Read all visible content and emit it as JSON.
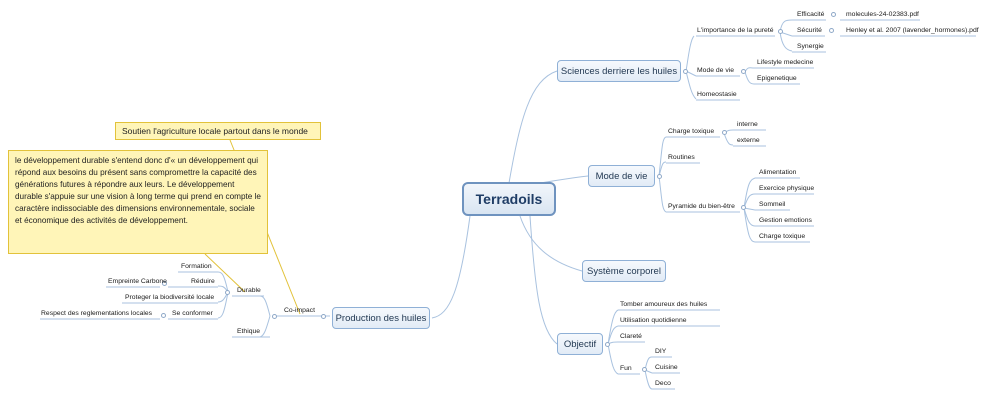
{
  "central": "Terradoils",
  "sciences": {
    "title": "Sciences derriere les huiles",
    "importance": "L'importance de la pureté",
    "efficacite": "Efficacité",
    "pdf1": "molecules-24-02383.pdf",
    "securite": "Sécurité",
    "pdf2": "Henley et al. 2007 (lavender_hormones).pdf",
    "synergie": "Synergie",
    "mode_de_vie": "Mode de vie",
    "lifestyle": "Lifestyle medecine",
    "epigenetique": "Epigenetique",
    "homeostasie": "Homeostasie"
  },
  "mode_vie": {
    "title": "Mode de vie",
    "charge_toxique": "Charge toxique",
    "interne": "interne",
    "externe": "externe",
    "routines": "Routines",
    "pyramide": "Pyramide du bien-être",
    "alimentation": "Alimentation",
    "exercice": "Exercice physique",
    "sommeil": "Sommeil",
    "gestion": "Gestion emotions",
    "charge_toxique2": "Charge toxique"
  },
  "systeme": {
    "title": "Système corporel"
  },
  "objectif": {
    "title": "Objectif",
    "tomber": "Tomber amoureux des huiles",
    "utilisation": "Utilisation quotidienne",
    "clarete": "Clareté",
    "fun": "Fun",
    "diy": "DIY",
    "cuisine": "Cuisine",
    "deco": "Deco"
  },
  "production": {
    "title": "Production des huiles",
    "coimpact": "Co-impact",
    "durable": "Durable",
    "formation": "Formation",
    "reduire": "Réduire",
    "empreinte": "Empreinte Carbone",
    "biodiversite": "Proteger la biodiversité locale",
    "conformer": "Se conformer",
    "reglementations": "Respect des reglementations locales",
    "ethique": "Ethique"
  },
  "notes": {
    "agriculture": "Soutien l'agriculture locale partout dans le monde",
    "definition": "le développement durable s'entend donc d'« un développement qui répond aux besoins du présent sans compromettre la capacité des générations futures à répondre aux leurs. Le développement durable s'appuie sur une vision à long terme qui prend en compte le caractère indissociable des dimensions environnementale, sociale et économique des activités de développement."
  },
  "colors": {
    "link": "#9db8d8",
    "note_link": "#e2c23a",
    "node_border": "#8fb0d6"
  }
}
